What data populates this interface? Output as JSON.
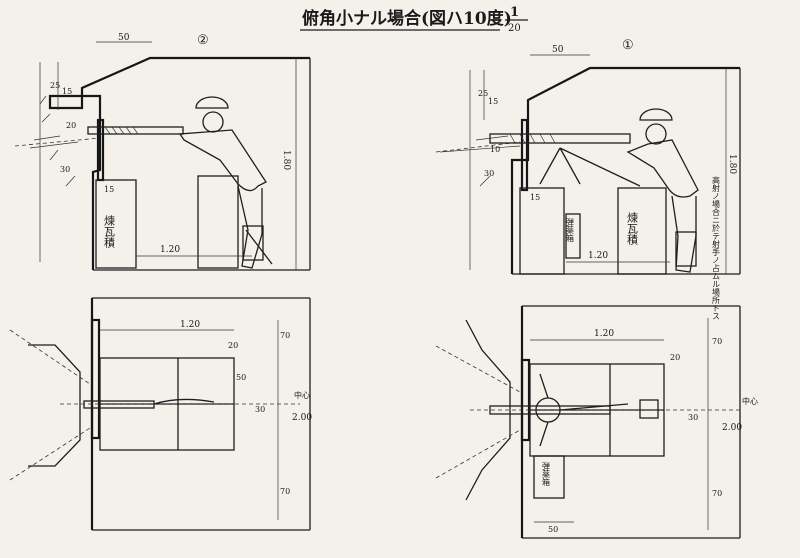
{
  "title": "俯角小ナル場合(図ハ10度)",
  "scale": {
    "numerator": "1",
    "denominator": "20"
  },
  "left_drawing": {
    "marker": "②",
    "dims": {
      "top_width": "50",
      "height": "1.80",
      "width": "1.20",
      "depth_upper": "25",
      "depth_mid": "15",
      "col_a": "20",
      "col_b": "30",
      "block_width": "15",
      "block_plan": "50",
      "plan_a": "70",
      "plan_b": "20",
      "plan_c": "30",
      "plan_d": "70",
      "total_plan": "2.00"
    },
    "labels": {
      "block": "煉瓦積",
      "center": "中心"
    }
  },
  "right_drawing": {
    "marker": "①",
    "dims": {
      "top_width": "50",
      "height": "1.80",
      "width": "1.20",
      "depth_upper": "25",
      "depth_mid": "15",
      "col_a": "10",
      "col_b": "30",
      "block_width": "15",
      "plan_a": "70",
      "plan_b": "20",
      "plan_c": "30",
      "plan_d": "70",
      "total_plan": "2.00",
      "base": "50"
    },
    "labels": {
      "block": "煉瓦積",
      "side_note": "高射ノ場合ニ於テ射手ノ占ムル場所トス",
      "box_a": "弾薬箱",
      "box_b": "弾薬箱",
      "center": "中心"
    }
  }
}
